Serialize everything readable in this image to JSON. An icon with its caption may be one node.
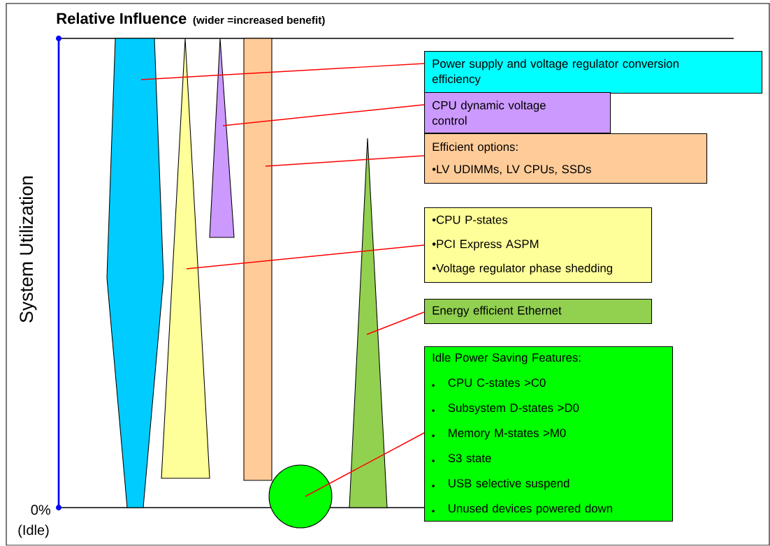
{
  "diagram": {
    "title": "Relative Influence",
    "nodes": [
      {
        "text": [],
        "shape": "bar"
      },
      {
        "text": [],
        "shape": "triangle"
      },
      {
        "text": [],
        "shape": "triangle"
      },
      {
        "text": [],
        "shape": "bar"
      },
      {
        "text": [],
        "shape": "circle"
      },
      {
        "text": [],
        "shape": "triangle"
      },
      {
        "text": [
          "Power supply and voltage regulator conversion efficiency"
        ]
      },
      {
        "text": [
          "CPU dynamic voltage control"
        ]
      },
      {
        "text": [
          "Efficient options:",
          "•LV UDIMMs, LV CPUs, SSDs"
        ]
      },
      {
        "text": [
          "•CPU P-states",
          "•PCI Express ASPM",
          "•Voltage regulator phase shedding"
        ]
      },
      {
        "text": [
          "Energy efficient Ethernet"
        ]
      },
      {
        "text": [
          "Idle Power Saving Features:",
          "CPU C-states >C0",
          "Subsystem D-states >D0",
          "Memory M-states >M0",
          "S3 state",
          "USB selective suspend",
          "Unused devices powered down"
        ]
      }
    ],
    "edges": [
      {
        "from": 6,
        "to": 0,
        "arrow": "none"
      },
      {
        "from": 7,
        "to": 2,
        "arrow": "none"
      },
      {
        "from": 8,
        "to": 3,
        "arrow": "none"
      },
      {
        "from": 9,
        "to": 1,
        "arrow": "none"
      },
      {
        "from": 10,
        "to": 5,
        "arrow": "none"
      },
      {
        "from": 11,
        "to": 4,
        "arrow": "none"
      }
    ],
    "labels": [
      "(wider =increased benefit)",
      "System Utilization",
      "0%",
      "(Idle)"
    ]
  }
}
